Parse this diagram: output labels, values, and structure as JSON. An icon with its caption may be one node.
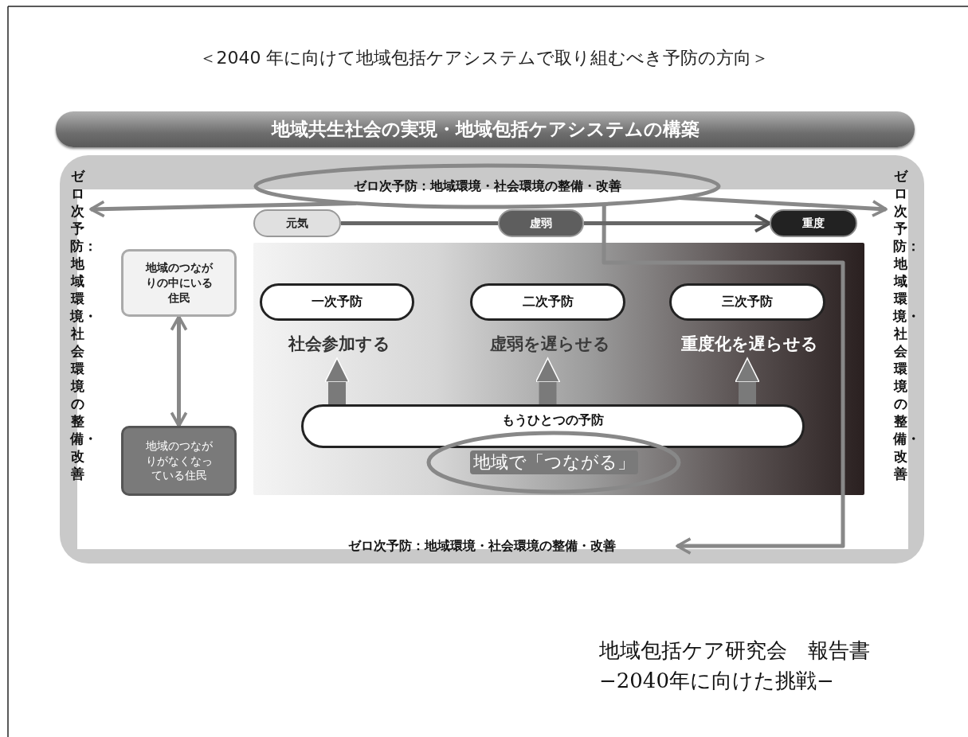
{
  "diagram": {
    "title": "＜2040 年に向けて地域包括ケアシステムで取り組むべき予防の方向＞",
    "nodes": [
      {
        "text": [
          "地域共生社会の実現・地域包括ケアシステムの構築"
        ]
      },
      {
        "text": [],
        "shape": "box"
      },
      {
        "text": [
          "ゼロ次予防：地域環境・社会環境の整備・改善"
        ],
        "in": 1
      },
      {
        "text": [
          "ゼロ次予防：地域環境・社会環境の整備・改善"
        ],
        "in": 1
      },
      {
        "text": [
          "ゼロ次予防：地域環境・社会環境の整備・改善"
        ],
        "in": 1
      },
      {
        "text": [
          "ゼロ次予防：地域環境・社会環境の整備・改善"
        ],
        "in": 1
      },
      {
        "text": [
          "元気"
        ],
        "in": 1
      },
      {
        "text": [
          "虚弱"
        ],
        "in": 1
      },
      {
        "text": [
          "重度"
        ],
        "in": 1
      },
      {
        "text": [
          "地域のつながりの中にいる住民"
        ],
        "in": 1
      },
      {
        "text": [
          "地域のつながりがなくなっている住民"
        ],
        "in": 1
      },
      {
        "text": [],
        "shape": "box",
        "in": 1
      },
      {
        "text": [
          "一次予防"
        ],
        "beside": [
          "社会参加する"
        ],
        "in": 11
      },
      {
        "text": [
          "二次予防"
        ],
        "beside": [
          "虚弱を遅らせる"
        ],
        "in": 11
      },
      {
        "text": [
          "三次予防"
        ],
        "beside": [
          "重度化を遅らせる"
        ],
        "in": 11
      },
      {
        "text": [
          "もうひとつの予防"
        ],
        "in": 11
      },
      {
        "text": [
          "地域で「つながる」"
        ],
        "in": 11
      }
    ],
    "edges": [
      {
        "from": 2,
        "to": 3,
        "arrow": "to"
      },
      {
        "from": 2,
        "to": 4,
        "arrow": "to"
      },
      {
        "from": 2,
        "to": 5,
        "arrow": "to"
      },
      {
        "from": 6,
        "to": 7,
        "arrow": "none"
      },
      {
        "from": 7,
        "to": 8,
        "arrow": "to"
      },
      {
        "from": 9,
        "to": 10,
        "arrow": "both"
      },
      {
        "from": 15,
        "to": 12,
        "arrow": "to",
        "style": "thick"
      },
      {
        "from": 15,
        "to": 13,
        "arrow": "to",
        "style": "thick"
      },
      {
        "from": 15,
        "to": 14,
        "arrow": "to",
        "style": "thick"
      }
    ],
    "labels": [
      "地域包括ケア研究会　報告書",
      "−2040年に向けた挑戦−"
    ]
  }
}
